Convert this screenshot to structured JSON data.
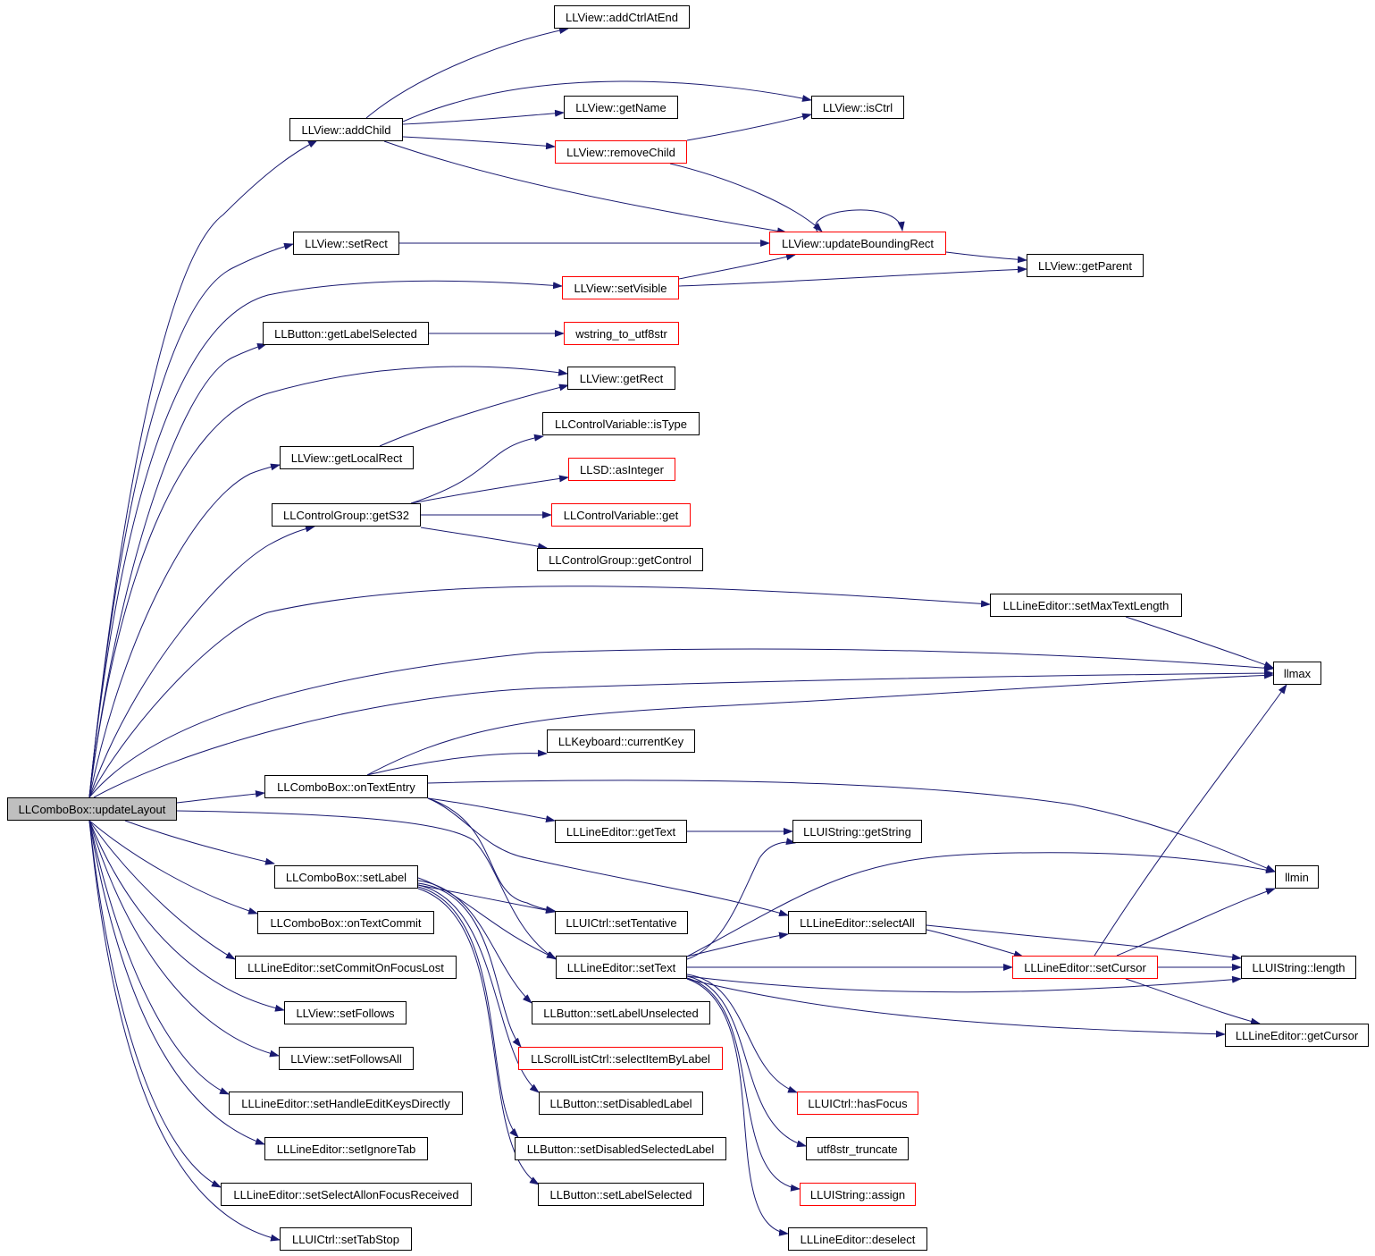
{
  "colors": {
    "edge": "#191970",
    "border": "#000000",
    "highlight_border": "#ff0000",
    "root_fill": "#bfbfbf"
  },
  "nodes": {
    "updateLayout": "LLComboBox::updateLayout",
    "addChild": "LLView::addChild",
    "addCtrlAtEnd": "LLView::addCtrlAtEnd",
    "getName": "LLView::getName",
    "isCtrl": "LLView::isCtrl",
    "removeChild": "LLView::removeChild",
    "setRect": "LLView::setRect",
    "updateBoundingRect": "LLView::updateBoundingRect",
    "getParent": "LLView::getParent",
    "setVisible": "LLView::setVisible",
    "getLabelSelected": "LLButton::getLabelSelected",
    "wstringToUtf8str": "wstring_to_utf8str",
    "getRect": "LLView::getRect",
    "getLocalRect": "LLView::getLocalRect",
    "isType": "LLControlVariable::isType",
    "asInteger": "LLSD::asInteger",
    "getS32": "LLControlGroup::getS32",
    "controlVariableGet": "LLControlVariable::get",
    "getControl": "LLControlGroup::getControl",
    "setMaxTextLength": "LLLineEditor::setMaxTextLength",
    "llmax": "llmax",
    "currentKey": "LLKeyboard::currentKey",
    "onTextEntry": "LLComboBox::onTextEntry",
    "getText": "LLLineEditor::getText",
    "getString": "LLUIString::getString",
    "llmin": "llmin",
    "setLabel": "LLComboBox::setLabel",
    "onTextCommit": "LLComboBox::onTextCommit",
    "setTentative": "LLUICtrl::setTentative",
    "selectAll": "LLLineEditor::selectAll",
    "setCommitOnFocusLost": "LLLineEditor::setCommitOnFocusLost",
    "setText": "LLLineEditor::setText",
    "setCursor": "LLLineEditor::setCursor",
    "uistringLength": "LLUIString::length",
    "setFollows": "LLView::setFollows",
    "setLabelUnselected": "LLButton::setLabelUnselected",
    "getCursor": "LLLineEditor::getCursor",
    "setFollowsAll": "LLView::setFollowsAll",
    "selectItemByLabel": "LLScrollListCtrl::selectItemByLabel",
    "setHandleEditKeysDirectly": "LLLineEditor::setHandleEditKeysDirectly",
    "setDisabledLabel": "LLButton::setDisabledLabel",
    "hasFocus": "LLUICtrl::hasFocus",
    "setIgnoreTab": "LLLineEditor::setIgnoreTab",
    "setDisabledSelectedLabel": "LLButton::setDisabledSelectedLabel",
    "utf8strTruncate": "utf8str_truncate",
    "setSelectAllonFocusReceived": "LLLineEditor::setSelectAllonFocusReceived",
    "setLabelSelected": "LLButton::setLabelSelected",
    "assign": "LLUIString::assign",
    "setTabStop": "LLUICtrl::setTabStop",
    "deselect": "LLLineEditor::deselect"
  }
}
